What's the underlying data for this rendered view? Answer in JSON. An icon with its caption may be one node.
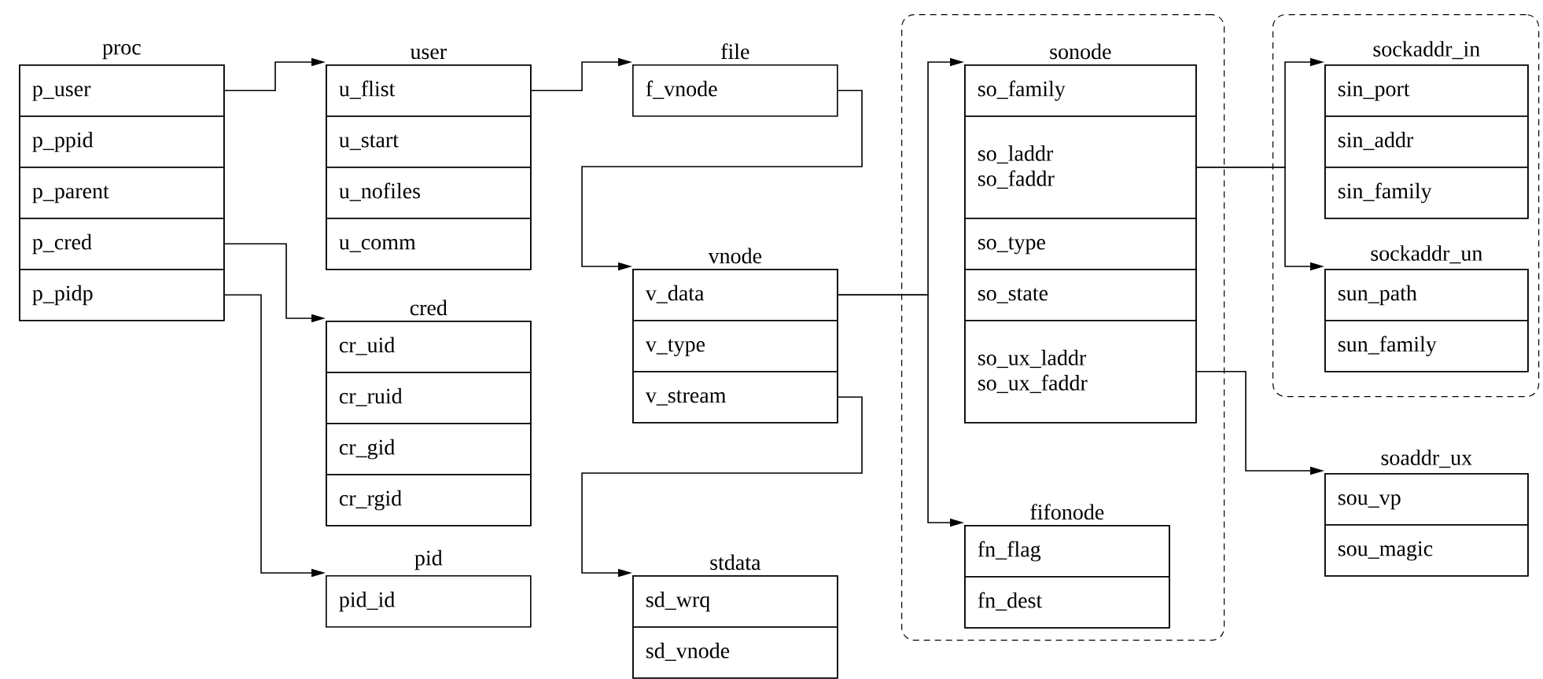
{
  "diagram": {
    "nodes": [
      {
        "text": [
          "proc"
        ]
      },
      {
        "text": [
          "p_user"
        ],
        "in": 0
      },
      {
        "text": [
          "p_ppid"
        ],
        "in": 0
      },
      {
        "text": [
          "p_parent"
        ],
        "in": 0
      },
      {
        "text": [
          "p_cred"
        ],
        "in": 0
      },
      {
        "text": [
          "p_pidp"
        ],
        "in": 0
      },
      {
        "text": [
          "user"
        ]
      },
      {
        "text": [
          "u_flist"
        ],
        "in": 6
      },
      {
        "text": [
          "u_start"
        ],
        "in": 6
      },
      {
        "text": [
          "u_nofiles"
        ],
        "in": 6
      },
      {
        "text": [
          "u_comm"
        ],
        "in": 6
      },
      {
        "text": [
          "cred"
        ]
      },
      {
        "text": [
          "cr_uid"
        ],
        "in": 11
      },
      {
        "text": [
          "cr_ruid"
        ],
        "in": 11
      },
      {
        "text": [
          "cr_gid"
        ],
        "in": 11
      },
      {
        "text": [
          "cr_rgid"
        ],
        "in": 11
      },
      {
        "text": [
          "pid"
        ]
      },
      {
        "text": [
          "pid_id"
        ],
        "in": 16
      },
      {
        "text": [
          "file"
        ]
      },
      {
        "text": [
          "f_vnode"
        ],
        "in": 18
      },
      {
        "text": [
          "vnode"
        ]
      },
      {
        "text": [
          "v_data"
        ],
        "in": 20
      },
      {
        "text": [
          "v_type"
        ],
        "in": 20
      },
      {
        "text": [
          "v_stream"
        ],
        "in": 20
      },
      {
        "text": [
          "stdata"
        ]
      },
      {
        "text": [
          "sd_wrq"
        ],
        "in": 24
      },
      {
        "text": [
          "sd_vnode"
        ],
        "in": 24
      },
      {
        "text": [],
        "shape": "box"
      },
      {
        "text": [
          "sonode"
        ],
        "in": 27
      },
      {
        "text": [
          "so_family"
        ],
        "in": 28
      },
      {
        "text": [
          "so_laddr so_faddr"
        ],
        "in": 28
      },
      {
        "text": [
          "so_type"
        ],
        "in": 28
      },
      {
        "text": [
          "so_state"
        ],
        "in": 28
      },
      {
        "text": [
          "so_ux_laddr so_ux_faddr"
        ],
        "in": 28
      },
      {
        "text": [
          "fifonode"
        ],
        "in": 27
      },
      {
        "text": [
          "fn_flag"
        ],
        "in": 34
      },
      {
        "text": [
          "fn_dest"
        ],
        "in": 34
      },
      {
        "text": [],
        "shape": "box"
      },
      {
        "text": [
          "sockaddr_in"
        ],
        "in": 37
      },
      {
        "text": [
          "sin_port"
        ],
        "in": 38
      },
      {
        "text": [
          "sin_addr"
        ],
        "in": 38
      },
      {
        "text": [
          "sin_family"
        ],
        "in": 38
      },
      {
        "text": [
          "sockaddr_un"
        ],
        "in": 37
      },
      {
        "text": [
          "sun_path"
        ],
        "in": 42
      },
      {
        "text": [
          "sun_family"
        ],
        "in": 42
      },
      {
        "text": [
          "soaddr_ux"
        ]
      },
      {
        "text": [
          "sou_vp"
        ],
        "in": 45
      },
      {
        "text": [
          "sou_magic"
        ],
        "in": 45
      }
    ],
    "edges": [
      {
        "from": 1,
        "to": 6,
        "arrow": "to"
      },
      {
        "from": 4,
        "to": 11,
        "arrow": "to"
      },
      {
        "from": 5,
        "to": 16,
        "arrow": "to"
      },
      {
        "from": 7,
        "to": 18,
        "arrow": "to"
      },
      {
        "from": 19,
        "to": 20,
        "arrow": "to"
      },
      {
        "from": 23,
        "to": 24,
        "arrow": "to"
      },
      {
        "from": 21,
        "to": 28,
        "arrow": "to"
      },
      {
        "from": 21,
        "to": 34,
        "arrow": "to"
      },
      {
        "from": 30,
        "to": 38,
        "arrow": "to"
      },
      {
        "from": 30,
        "to": 42,
        "arrow": "to"
      },
      {
        "from": 33,
        "to": 45,
        "arrow": "to"
      }
    ]
  }
}
